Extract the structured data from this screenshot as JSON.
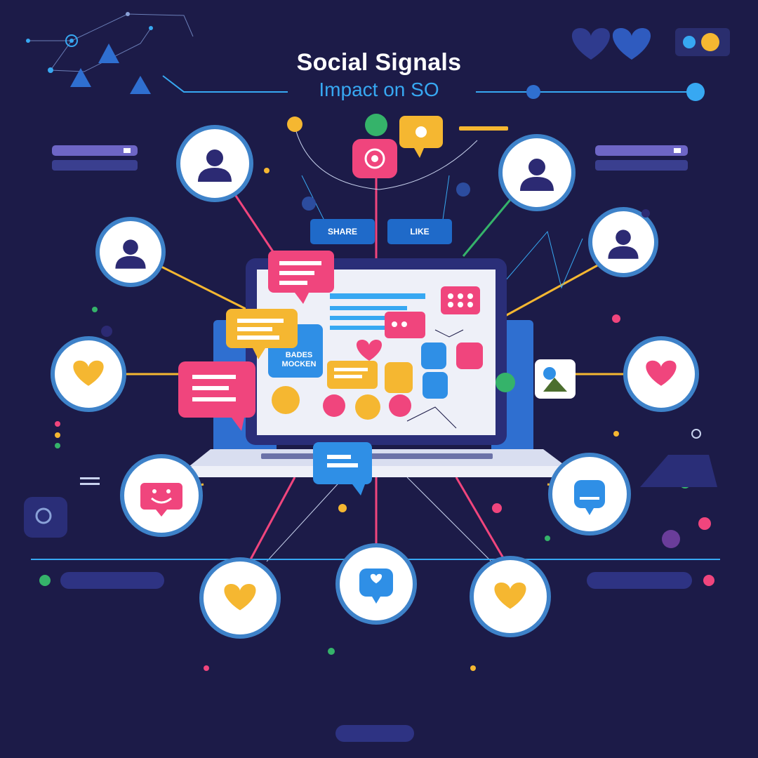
{
  "header": {
    "title": "Social Signals",
    "subtitle": "Impact on SO"
  },
  "buttons": {
    "share_label": "SHARE",
    "like_label": "LIKE"
  },
  "screen": {
    "tile_text": "BADES\nMOCKEN"
  },
  "colors": {
    "background": "#1c1b48",
    "accent_blue": "#37a8f2",
    "pink": "#f0457d",
    "yellow": "#f5b731",
    "green": "#35b36a",
    "node_border": "#3e82c9"
  },
  "nodes": [
    {
      "id": "user-top-left",
      "icon": "user-icon"
    },
    {
      "id": "user-top-right",
      "icon": "user-icon"
    },
    {
      "id": "user-mid-left",
      "icon": "user-icon"
    },
    {
      "id": "user-mid-right",
      "icon": "user-icon"
    },
    {
      "id": "heart-left",
      "icon": "heart-icon"
    },
    {
      "id": "heart-right",
      "icon": "heart-icon"
    },
    {
      "id": "emoji-left",
      "icon": "emoji-icon"
    },
    {
      "id": "chat-right",
      "icon": "chat-bubble-icon"
    },
    {
      "id": "heart-bottom-left",
      "icon": "heart-icon"
    },
    {
      "id": "chat-bottom-center",
      "icon": "chat-bubble-icon"
    },
    {
      "id": "heart-bottom-right",
      "icon": "heart-icon"
    }
  ]
}
